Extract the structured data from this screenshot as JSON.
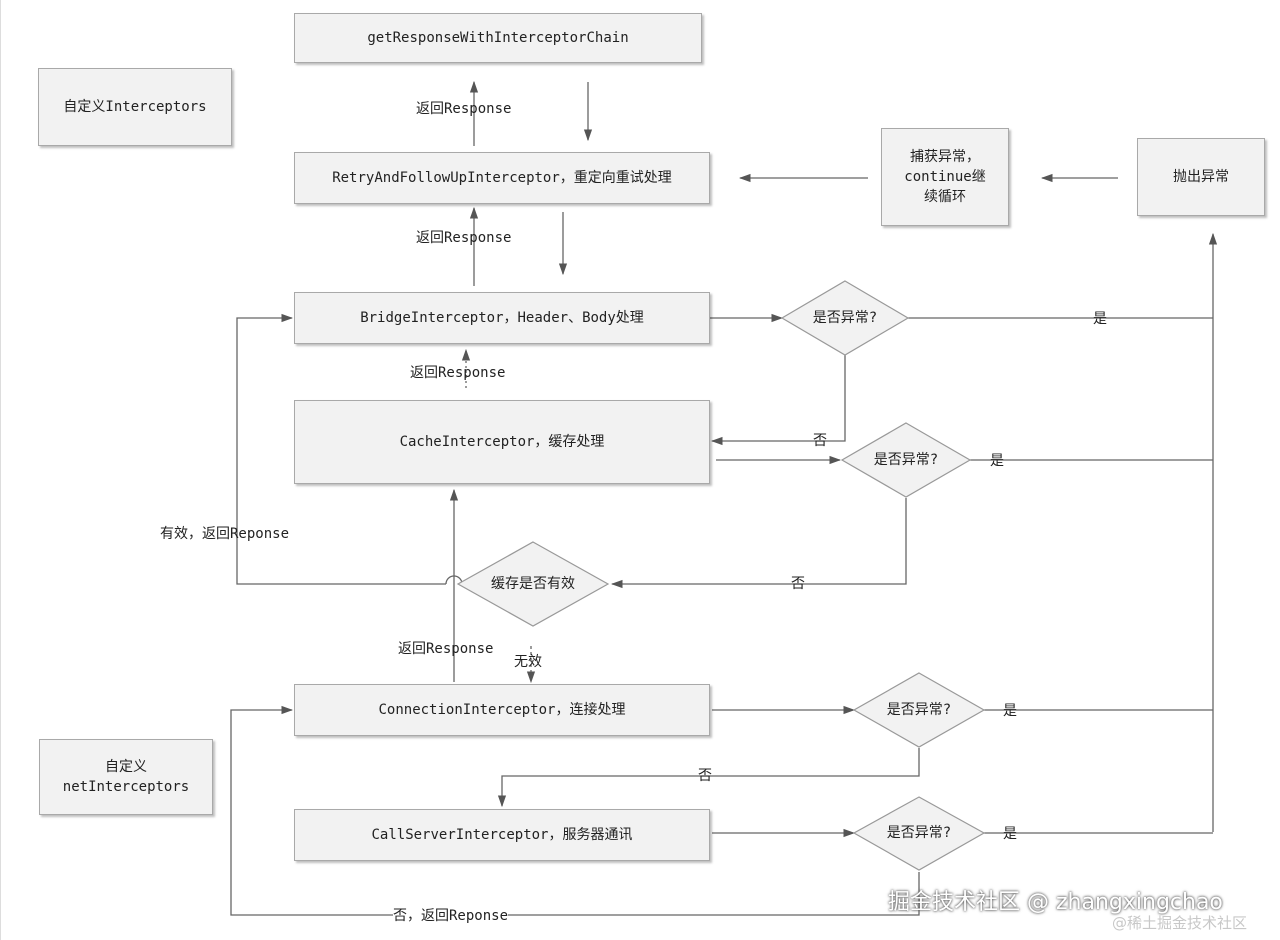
{
  "boxes": {
    "get_response": "getResponseWithInterceptorChain",
    "custom_interceptors": "自定义Interceptors",
    "retry": "RetryAndFollowUpInterceptor，重定向重试处理",
    "catch_exception": "捕获异常，\ncontinue继\n续循环",
    "throw_exception": "抛出异常",
    "bridge": "BridgeInterceptor，Header、Body处理",
    "cache": "CacheInterceptor，缓存处理",
    "connection": "ConnectionInterceptor，连接处理",
    "custom_net_interceptors": "自定义\nnetInterceptors",
    "call_server": "CallServerInterceptor，服务器通讯"
  },
  "decisions": {
    "bridge_exception": "是否异常?",
    "cache_exception": "是否异常?",
    "cache_valid": "缓存是否有效",
    "connection_exception": "是否异常?",
    "callserver_exception": "是否异常?"
  },
  "labels": {
    "return_response_1": "返回Response",
    "return_response_2": "返回Response",
    "return_response_3": "返回Response",
    "return_response_4": "返回Response",
    "yes_1": "是",
    "yes_2": "是",
    "yes_3": "是",
    "yes_4": "是",
    "no_1": "否",
    "no_2": "否",
    "no_3": "否",
    "valid_return": "有效，返回Reponse",
    "invalid": "无效",
    "no_return": "否，返回Reponse"
  },
  "watermark": {
    "main": "掘金技术社区 @ zhangxingchao",
    "sub": "@稀土掘金技术社区"
  }
}
